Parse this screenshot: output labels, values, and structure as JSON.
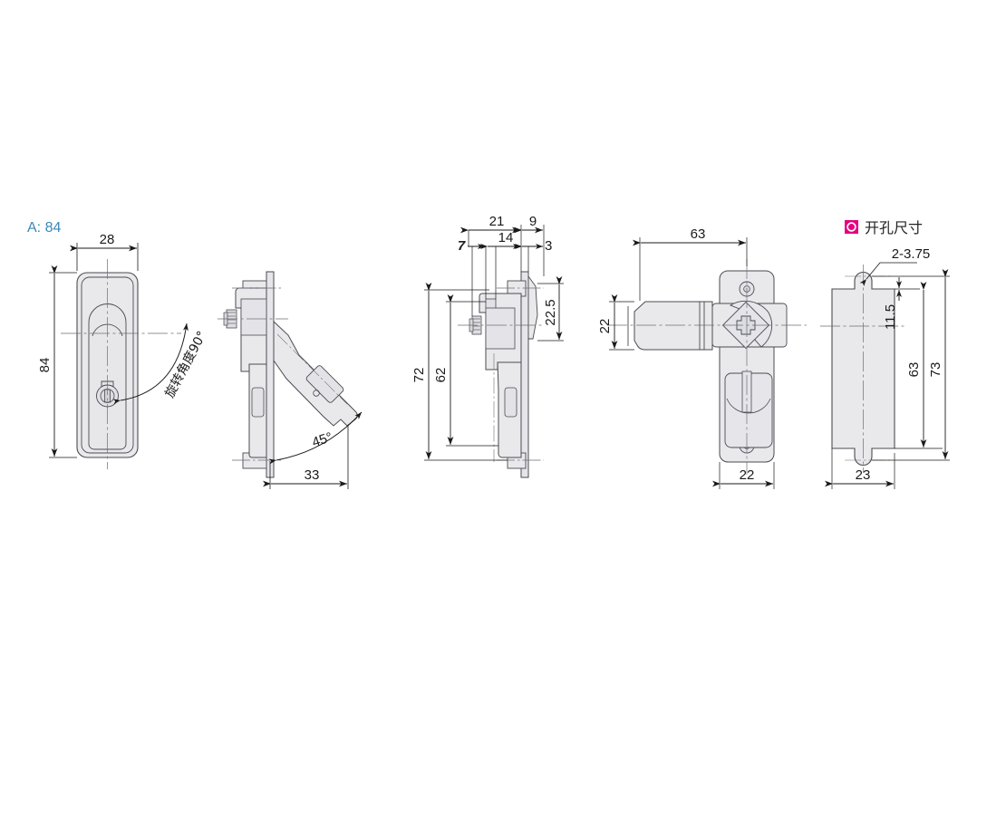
{
  "drawing": {
    "background_color": "#ffffff",
    "line_color": "#4a4a52",
    "fill_color": "#e9e9ec",
    "dim_color": "#1a1a1a",
    "accent_blue": "#3a87b8",
    "accent_magenta": "#e5007e"
  },
  "labels": {
    "variant_label": "A: 84",
    "hole_size_label": "开孔尺寸",
    "hole_size_icon": "magenta-square-circle-icon"
  },
  "views": {
    "front": {
      "name": "front-view",
      "dims": {
        "width": "28",
        "height": "84",
        "rotation_note": "旋转角度90°"
      }
    },
    "side_45": {
      "name": "side-view-45-degree",
      "dims": {
        "angle": "45°",
        "projection": "33"
      }
    },
    "section": {
      "name": "section-view",
      "dims": {
        "d_21": "21",
        "d_9": "9",
        "d_7": "7",
        "d_14": "14",
        "d_3": "3",
        "d_22_5": "22.5",
        "d_72": "72",
        "d_62": "62"
      }
    },
    "cam": {
      "name": "cam-rear-view",
      "dims": {
        "d_63": "63",
        "d_22_left": "22",
        "d_22_bottom": "22"
      }
    },
    "cutout": {
      "name": "panel-cutout-view",
      "dims": {
        "hole_spec": "2-3.75",
        "d_11_5": "11.5",
        "d_63": "63",
        "d_73": "73",
        "d_23": "23"
      }
    }
  }
}
